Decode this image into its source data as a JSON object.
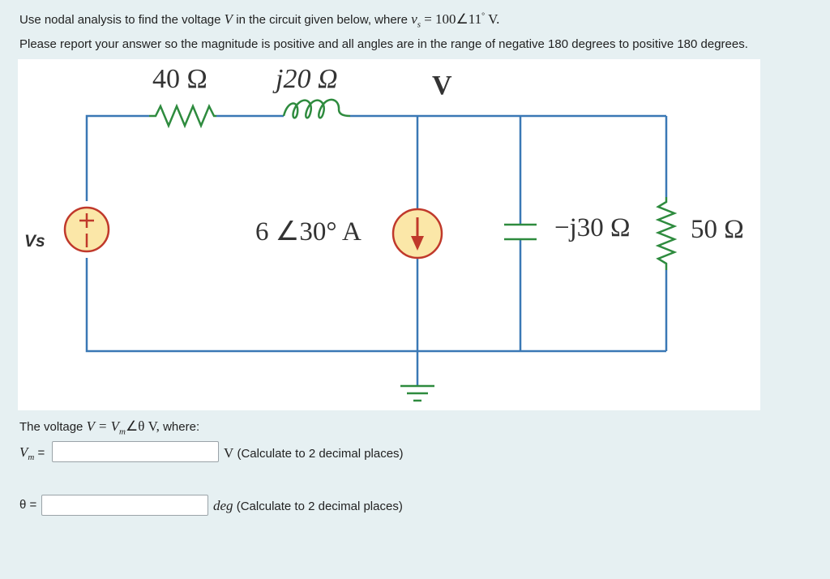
{
  "question": {
    "line1_prefix": "Use nodal analysis to find the voltage",
    "line1_var": "V",
    "line1_mid": "in the circuit given below, where",
    "line1_vs_sym": "v",
    "line1_vs_sub": "s",
    "line1_eq": "= 100∠11",
    "line1_deg": "°",
    "line1_unit": "V.",
    "line2": "Please report your answer so the magnitude is positive and all angles are in the range of negative 180 degrees to positive 180 degrees."
  },
  "circuit": {
    "r1_label": "40 Ω",
    "l_label": "j20 Ω",
    "node_label": "V",
    "source_label": "Vs",
    "current_label": "6 ∠30° A",
    "cap_label": "−j30 Ω",
    "r2_label": "50 Ω",
    "colors": {
      "wire": "#3a78b5",
      "component": "#2e8b3e",
      "source_fill": "#fbe7a8",
      "source_stroke": "#c0392b"
    }
  },
  "answer": {
    "intro_prefix": "The voltage",
    "intro_eq": "V = V",
    "intro_sub": "m",
    "intro_angle": "∠θ V,",
    "intro_suffix": "where:",
    "vm_label_sym": "V",
    "vm_label_sub": "m",
    "vm_label_eq": "=",
    "vm_value": "",
    "vm_unit": "V",
    "vm_hint": "(Calculate to 2 decimal places)",
    "theta_label": "θ =",
    "theta_value": "",
    "theta_unit": "deg",
    "theta_hint": "(Calculate to 2 decimal places)"
  }
}
